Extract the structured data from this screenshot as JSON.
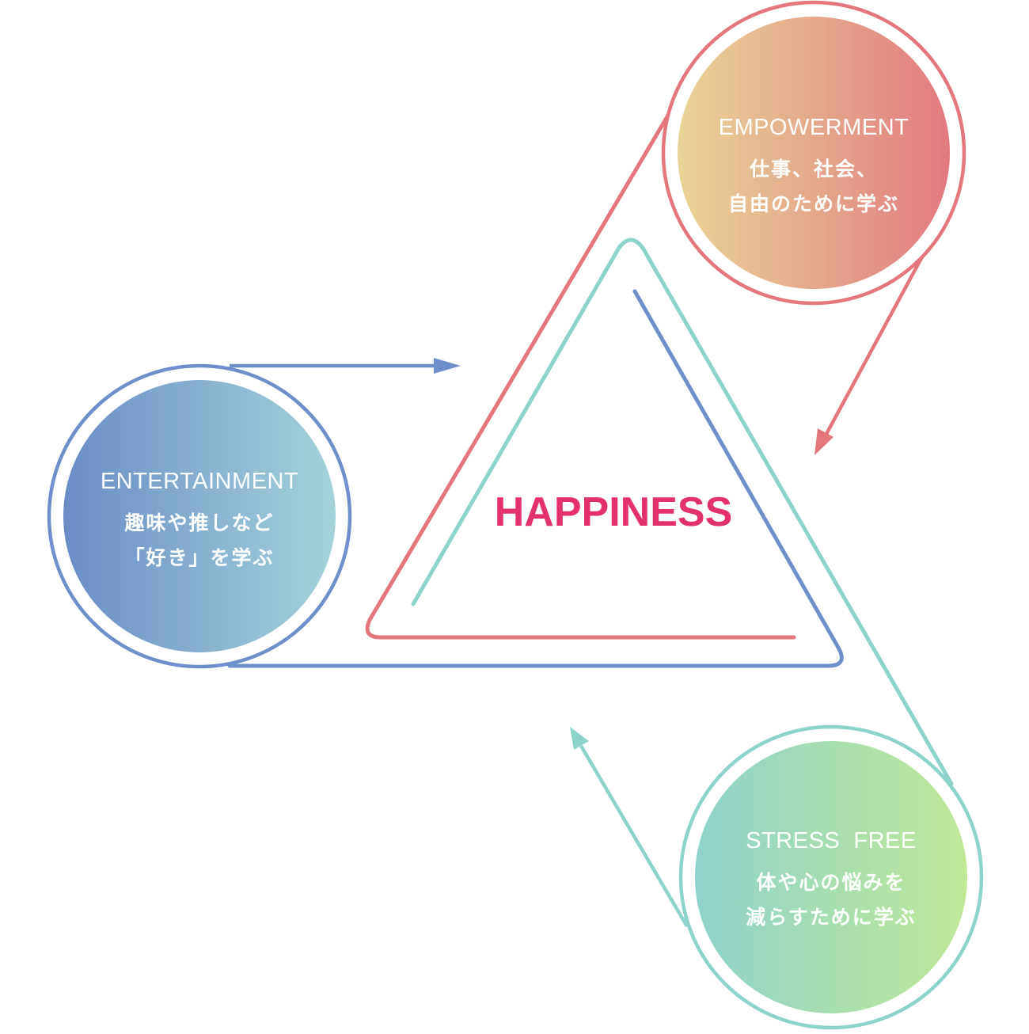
{
  "center": {
    "label": "HAPPINESS",
    "color": "#e3306e"
  },
  "nodes": {
    "empowerment": {
      "title": "EMPOWERMENT",
      "line1": "仕事、社会、",
      "line2": "自由のために学ぶ",
      "stroke": "#e4767e",
      "gradient_from": "#e8d596",
      "gradient_to": "#e37a82"
    },
    "entertainment": {
      "title": "ENTERTAINMENT",
      "line1": "趣味や推しなど",
      "line2": "「好き」を学ぶ",
      "stroke": "#6e8fcc",
      "gradient_from": "#6b8cc8",
      "gradient_to": "#a4d3d8"
    },
    "stress_free": {
      "title": "STRESS  FREE",
      "line1": "体や心の悩みを",
      "line2": "減らすために学ぶ",
      "stroke": "#8ed3cb",
      "gradient_from": "#8ed3cb",
      "gradient_to": "#c2e898"
    }
  }
}
